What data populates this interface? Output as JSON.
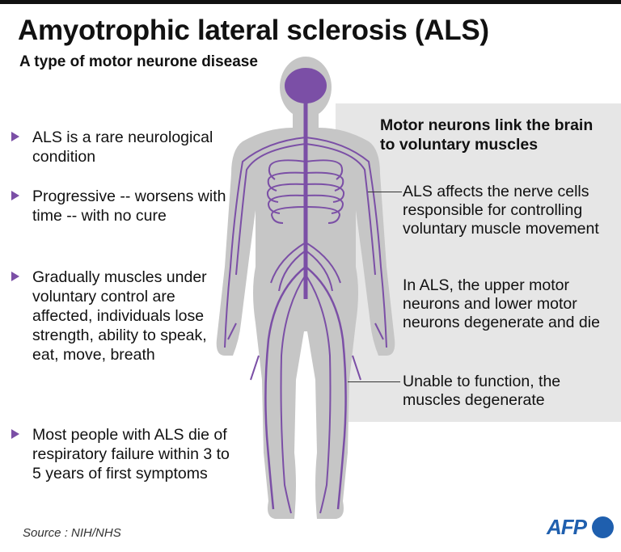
{
  "title": "Amyotrophic lateral sclerosis (ALS)",
  "subtitle": "A type of motor neurone disease",
  "bullets": [
    "ALS is a rare neurological condition",
    "Progressive -- worsens with time --  with no cure",
    "Gradually muscles under voluntary control are affected, individuals lose strength, ability to speak, eat, move, breath",
    "Most people with ALS die of respiratory failure within 3 to 5 years of first symptoms"
  ],
  "panel": {
    "heading": "Motor neurons link the brain to voluntary muscles",
    "notes": [
      "ALS affects the nerve cells responsible for controlling voluntary muscle movement",
      "In ALS, the upper motor neurons and lower motor neurons degenerate and die",
      "Unable to function, the muscles degenerate"
    ]
  },
  "source": "Source : NIH/NHS",
  "logo": "AFP",
  "colors": {
    "accent": "#7b4fa6",
    "body": "#c6c6c6",
    "panel": "#e6e6e6",
    "brand": "#1f5fae"
  }
}
